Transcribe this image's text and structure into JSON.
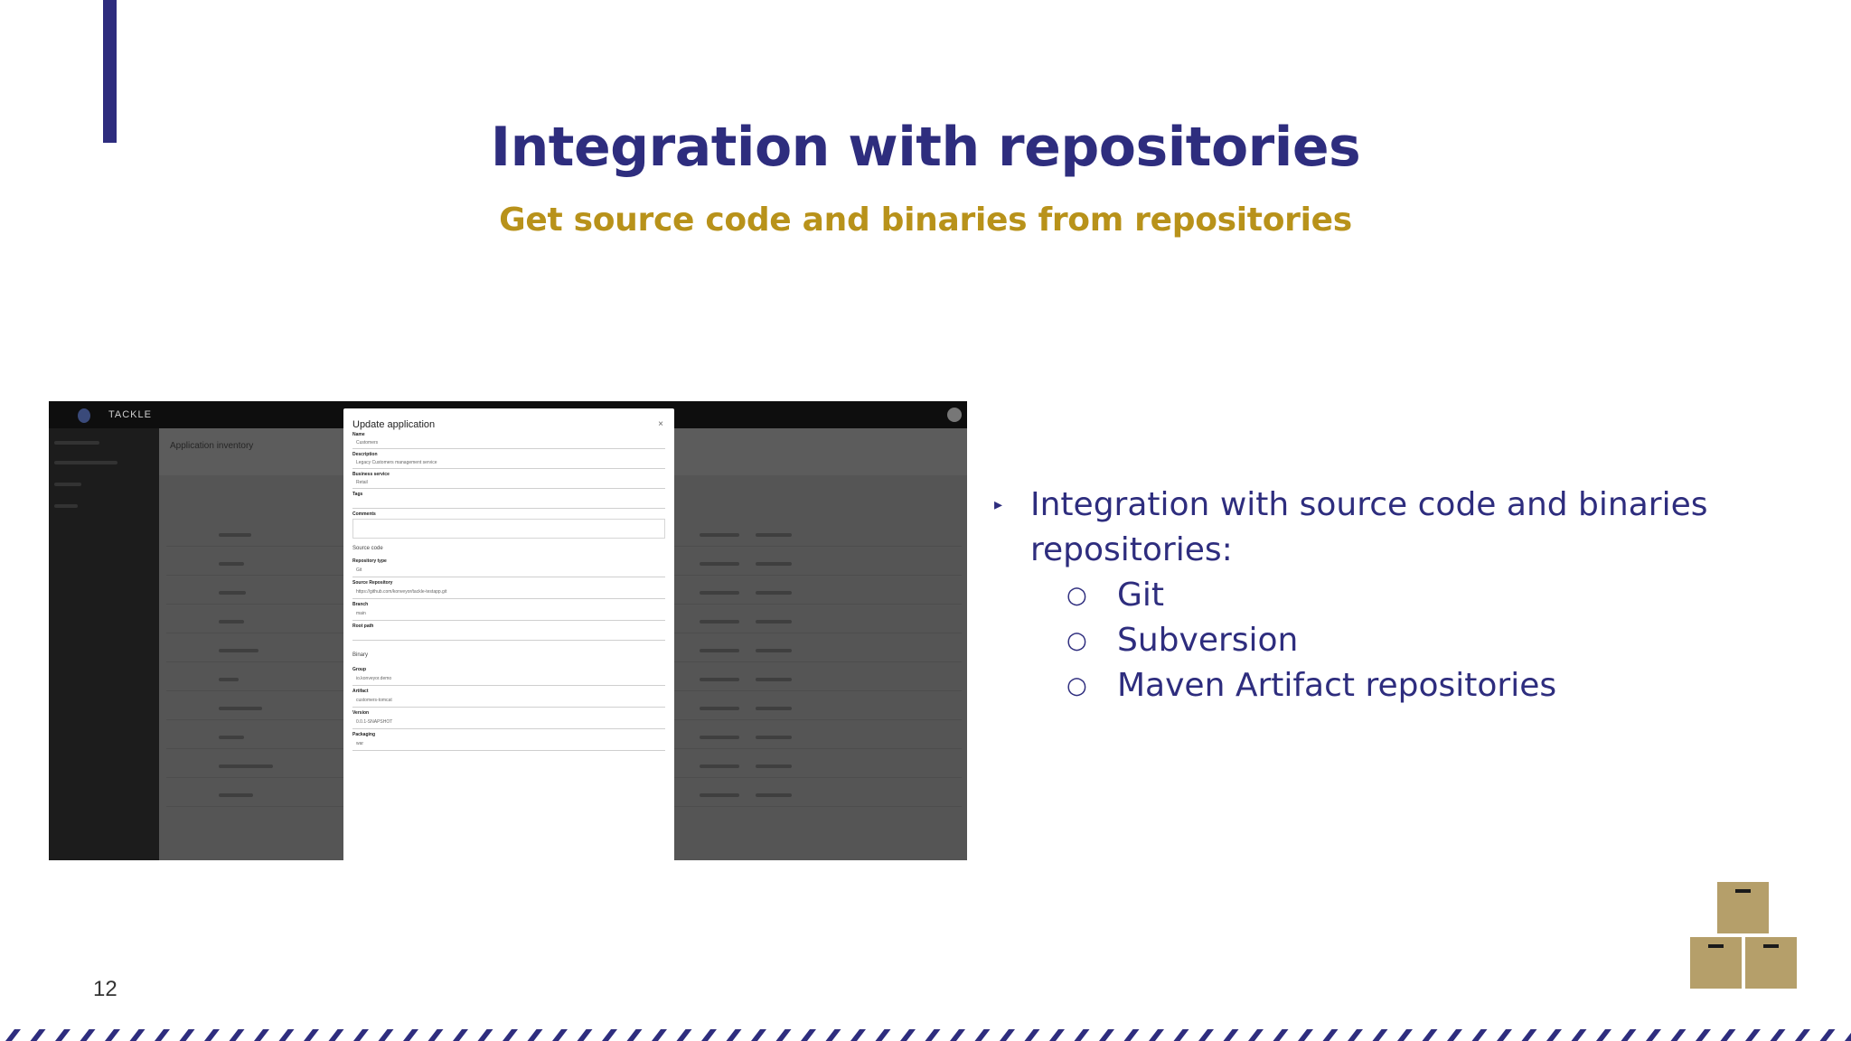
{
  "slide": {
    "title": "Integration with repositories",
    "subtitle": "Get source code and binaries from repositories",
    "page_number": "12",
    "colors": {
      "title": "#2e2d7e",
      "subtitle": "#b8921a",
      "accent": "#2e2d7e",
      "boxes": "#b59f6a"
    }
  },
  "screenshot": {
    "brand": "TACKLE",
    "content_title": "Application inventory",
    "modal": {
      "title": "Update application",
      "close": "×",
      "fields": [
        {
          "label": "Name",
          "value": "Customers"
        },
        {
          "label": "Description",
          "value": "Legacy Customers management service"
        },
        {
          "label": "Business service",
          "value": "Retail"
        },
        {
          "label": "Tags",
          "value": ""
        },
        {
          "label": "Comments",
          "value": ""
        },
        {
          "label": "Repository type",
          "value": "Git"
        },
        {
          "label": "Source Repository",
          "value": "https://github.com/konveyor/tackle-testapp.git"
        },
        {
          "label": "Branch",
          "value": "main"
        },
        {
          "label": "Root path",
          "value": ""
        },
        {
          "label": "Group",
          "value": "io.konveyor.demo"
        },
        {
          "label": "Artifact",
          "value": "customers-tomcat"
        },
        {
          "label": "Version",
          "value": "0.0.1-SNAPSHOT"
        },
        {
          "label": "Packaging",
          "value": "war"
        }
      ],
      "sections": {
        "source": "Source code",
        "binary": "Binary"
      }
    }
  },
  "bullets": {
    "main": "Integration with source code and binaries repositories:",
    "items": [
      "Git",
      "Subversion",
      "Maven Artifact repositories"
    ]
  },
  "icons": {
    "bullet": "triangle-bullet-icon",
    "sub_bullet": "circle-bullet-icon",
    "decoration": "stacked-boxes-icon"
  }
}
